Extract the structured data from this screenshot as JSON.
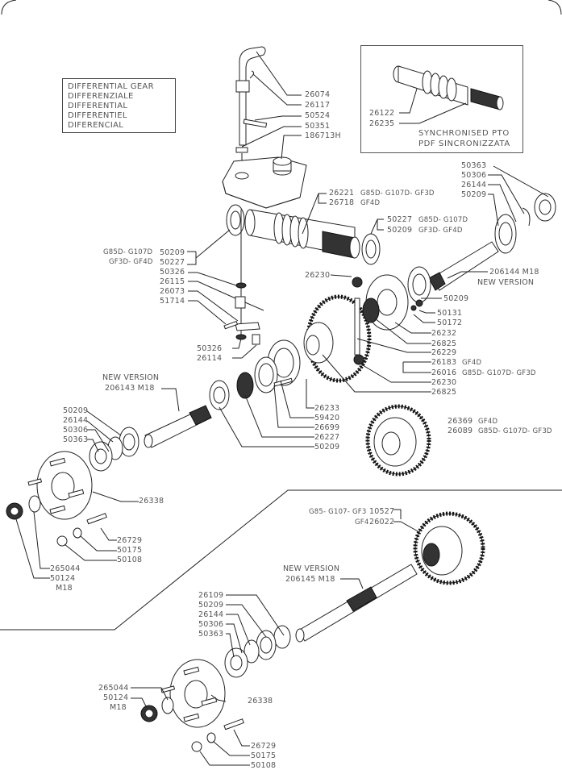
{
  "title_box": {
    "lines": [
      "DIFFERENTIAL  GEAR",
      "DIFFERENZIALE",
      "DIFFERENTIAL",
      "DIFFERENTIEL",
      "DIFERENCIAL"
    ]
  },
  "pto_box": {
    "caption": [
      "SYNCHRONISED  PTO",
      "PDF  SINCRONIZZATA"
    ],
    "parts": [
      "26122",
      "26235"
    ]
  },
  "labels": {
    "l26074": "26074",
    "l26117": "26117",
    "l50524": "50524",
    "l50351": "50351",
    "l186713H": "186713H",
    "l26221": "26221",
    "l26221_note": "G85D- G107D- GF3D",
    "l26718": "26718",
    "l26718_note": "GF4D",
    "l50227b": "50227",
    "l50227b_note": "G85D- G107D",
    "l50209b": "50209",
    "l50209b_note": "GF3D- GF4D",
    "r50363": "50363",
    "r50306": "50306",
    "r26144": "26144",
    "r50209": "50209",
    "r206144": "206144  M18",
    "r206144_note": "NEW  VERSION",
    "m_note1": "G85D- G107D",
    "m_note2": "GF3D- GF4D",
    "m50209": "50209",
    "m50227": "50227",
    "m50326": "50326",
    "m26115": "26115",
    "m26073": "26073",
    "m51714": "51714",
    "m50326b": "50326",
    "m26114": "26114",
    "d26230a": "26230",
    "d50209": "50209",
    "d50131": "50131",
    "d50172": "50172",
    "d26232": "26232",
    "d26825a": "26825",
    "d26229": "26229",
    "d26183": "26183",
    "d26183_note": "GF4D",
    "d26016": "26016",
    "d26016_note": "G85D- G107D- GF3D",
    "d26230b": "26230",
    "d26825b": "26825",
    "nv_title": "NEW  VERSION",
    "nv_part": "206143  M18",
    "s26233": "26233",
    "s59420": "59420",
    "s26699": "26699",
    "s26227": "26227",
    "s50209": "50209",
    "g26369": "26369",
    "g26369_note": "GF4D",
    "g26089": "26089",
    "g26089_note": "G85D- G107D- GF3D",
    "a50209": "50209",
    "a26144": "26144",
    "a50306": "50306",
    "a50363": "50363",
    "a26338": "26338",
    "a26729": "26729",
    "a50175": "50175",
    "a50108": "50108",
    "a265044": "265044",
    "a50124": "50124",
    "a_m18": "M18",
    "b_note1": "G85- G107- GF3",
    "b10527": "10527",
    "b_note2": "GF4",
    "b26022": "26022",
    "b_nv": "NEW  VERSION",
    "b206145": "206145  M18",
    "b26109": "26109",
    "b50209": "50209",
    "b26144": "26144",
    "b50306": "50306",
    "b50363": "50363",
    "b26338": "26338",
    "b265044": "265044",
    "b50124": "50124",
    "b_m18": "M18",
    "b26729": "26729",
    "b50175": "50175",
    "b50108": "50108"
  }
}
